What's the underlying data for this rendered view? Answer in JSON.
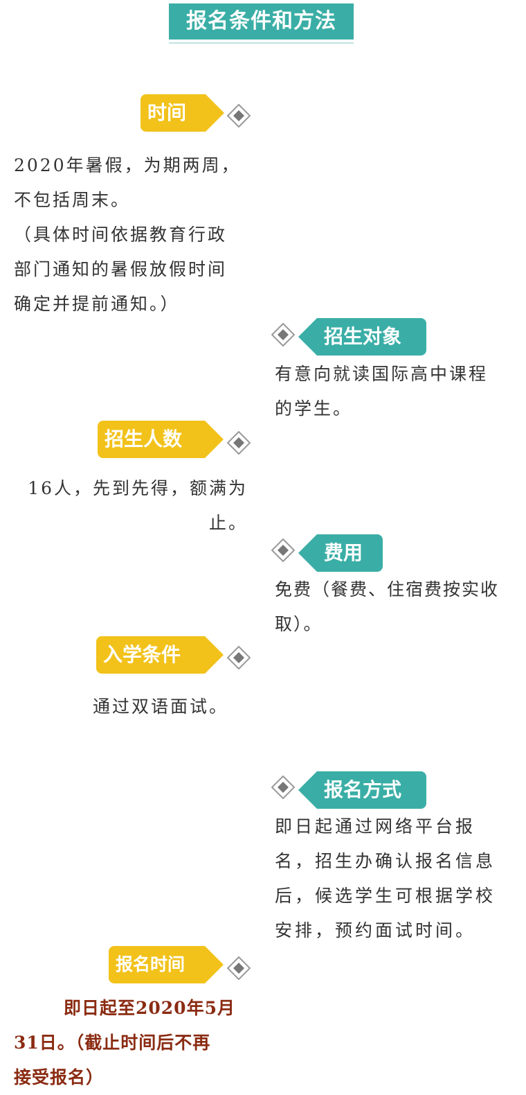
{
  "header": {
    "title": "报名条件和方法"
  },
  "colors": {
    "teal": "#3aaea6",
    "yellow": "#f2c21b",
    "red_text": "#8a2b12"
  },
  "sections": {
    "time": {
      "label": "时间",
      "lines": [
        "2020年暑假，为期两周，",
        "不包括周末。",
        "（具体时间依据教育行政",
        "部门通知的暑假放假时间",
        "确定并提前通知。）"
      ]
    },
    "target": {
      "label": "招生对象",
      "lines": [
        "有意向就读国际高中课程",
        "的学生。"
      ]
    },
    "count": {
      "label": "招生人数",
      "lines": [
        "16人，先到先得，额满为",
        "止。"
      ]
    },
    "fee": {
      "label": "费用",
      "lines": [
        "免费（餐费、住宿费按实收",
        "取）。"
      ]
    },
    "requirement": {
      "label": "入学条件",
      "lines": [
        "通过双语面试。"
      ]
    },
    "method": {
      "label": "报名方式",
      "lines": [
        "即日起通过网络平台报",
        "名，招生办确认报名信息",
        "后，候选学生可根据学校",
        "安排，预约面试时间。"
      ]
    },
    "deadline": {
      "label": "报名时间",
      "lines": [
        "即日起至2020年5月",
        "31日。（截止时间后不再",
        "接受报名）"
      ]
    }
  }
}
